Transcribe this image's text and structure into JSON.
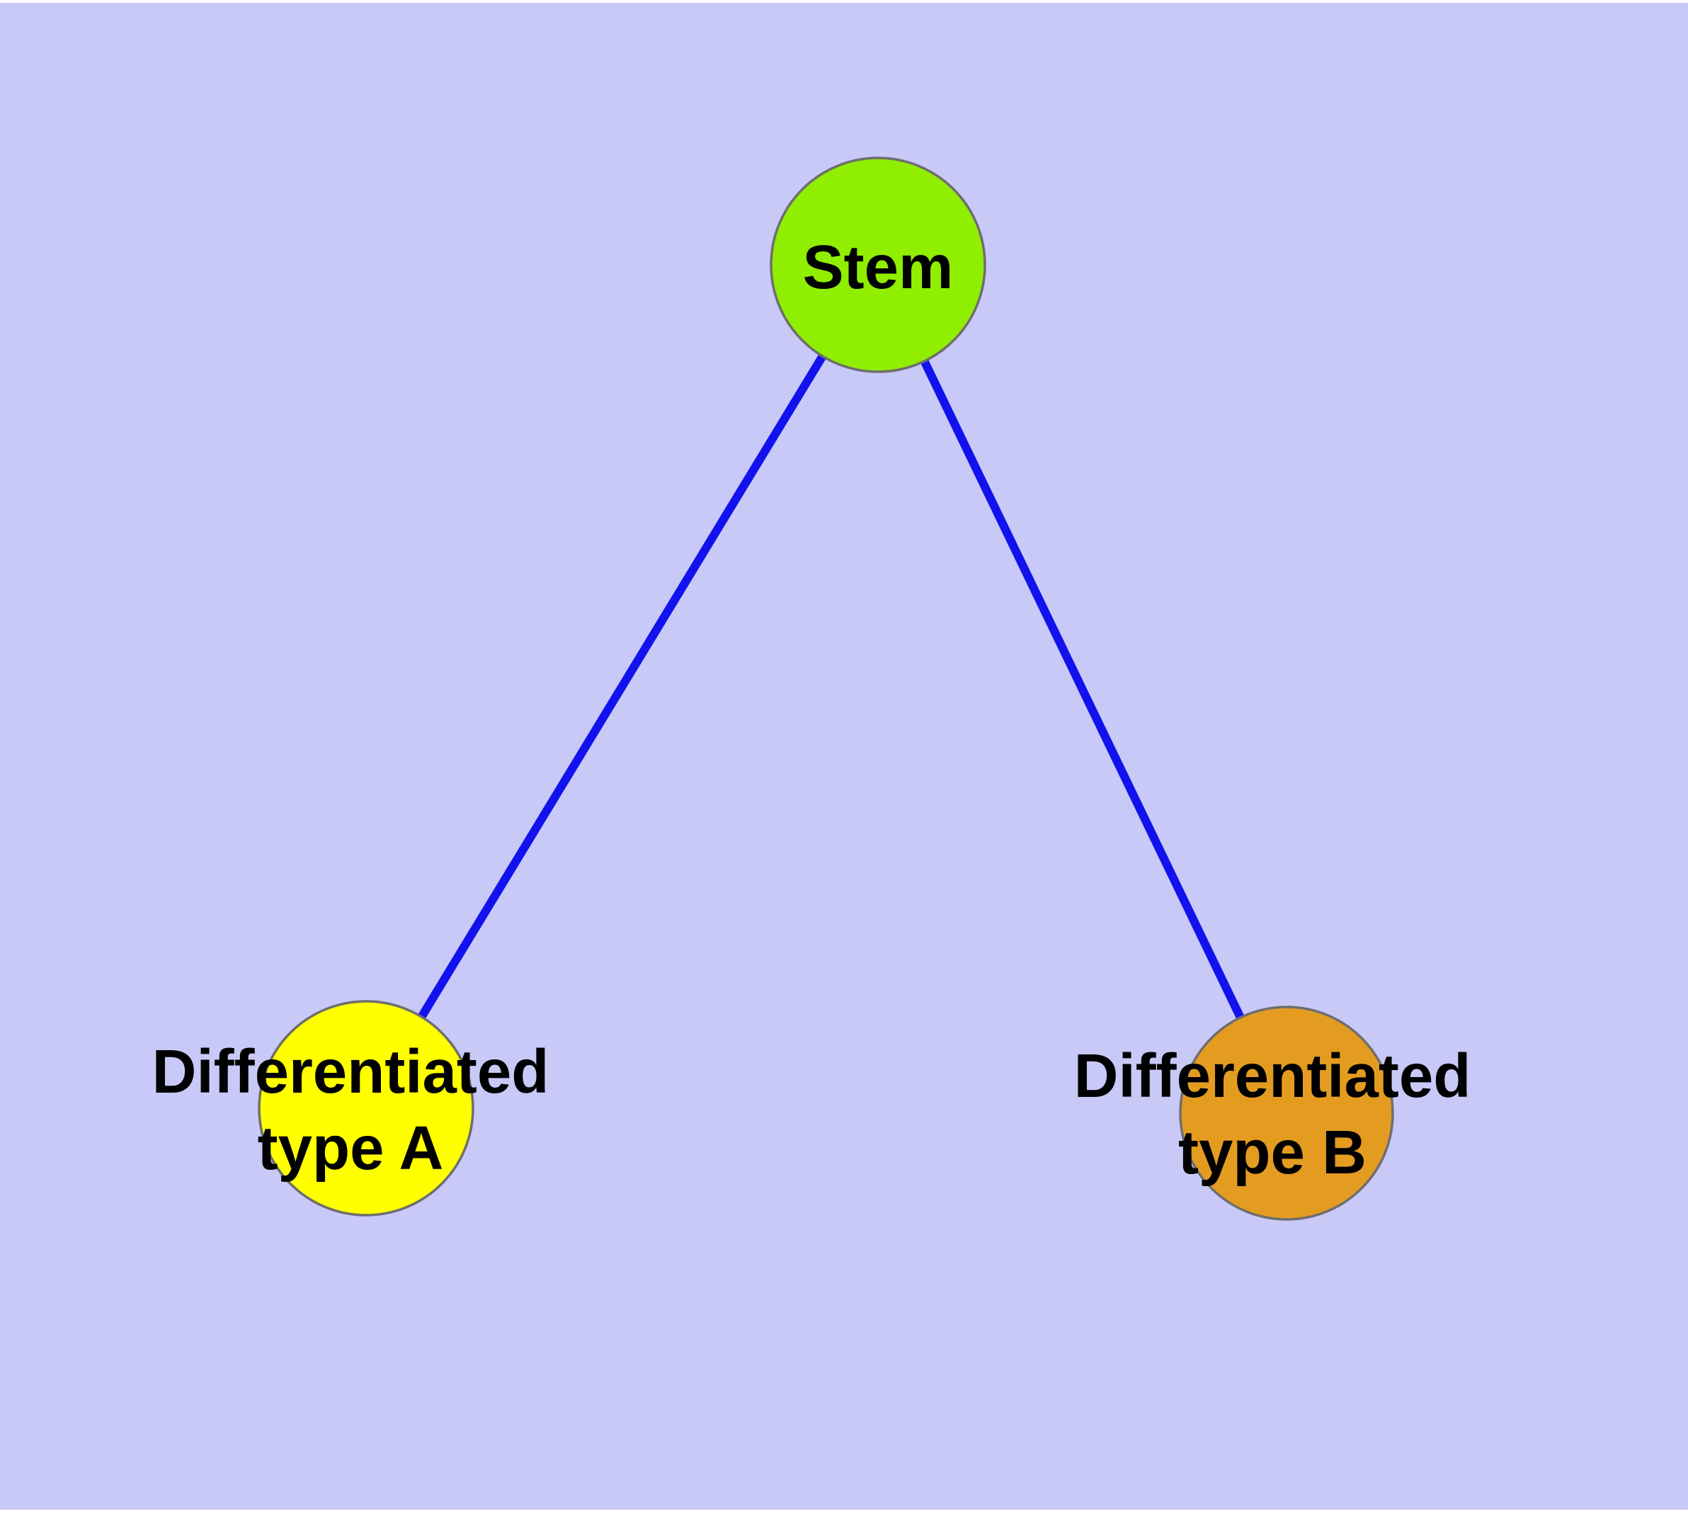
{
  "diagram": {
    "page_background": "#FFFFFF",
    "background_color": "#C9C9F8",
    "edge_color": "#1212EE",
    "node_border_color": "#6E6E6E",
    "label_color": "#000000",
    "nodes": [
      {
        "id": "stem",
        "label": "Stem",
        "fill": "#90EE00"
      },
      {
        "id": "differentiated-type-a",
        "label_line1": "Differentiated",
        "label_line2": "type A",
        "fill": "#FFFF00"
      },
      {
        "id": "differentiated-type-b",
        "label_line1": "Differentiated",
        "label_line2": "type B",
        "fill": "#E49C20"
      }
    ],
    "edges": [
      {
        "from": "Stem",
        "to": "Differentiated type A"
      },
      {
        "from": "Stem",
        "to": "Differentiated type B"
      }
    ]
  }
}
